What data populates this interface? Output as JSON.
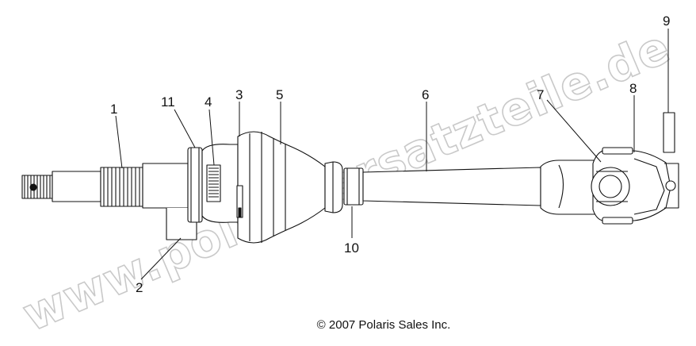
{
  "watermark": {
    "text": "www.polarisersatzteile.de"
  },
  "callouts": [
    {
      "id": "1",
      "label": "1"
    },
    {
      "id": "2",
      "label": "2"
    },
    {
      "id": "3",
      "label": "3"
    },
    {
      "id": "4",
      "label": "4"
    },
    {
      "id": "5",
      "label": "5"
    },
    {
      "id": "6",
      "label": "6"
    },
    {
      "id": "7",
      "label": "7"
    },
    {
      "id": "8",
      "label": "8"
    },
    {
      "id": "9",
      "label": "9"
    },
    {
      "id": "10",
      "label": "10"
    },
    {
      "id": "11",
      "label": "11"
    }
  ],
  "copyright": "© 2007 Polaris Sales Inc.",
  "colors": {
    "line": "#111111",
    "watermark_outline": "#c9c9c9",
    "background": "#ffffff"
  }
}
